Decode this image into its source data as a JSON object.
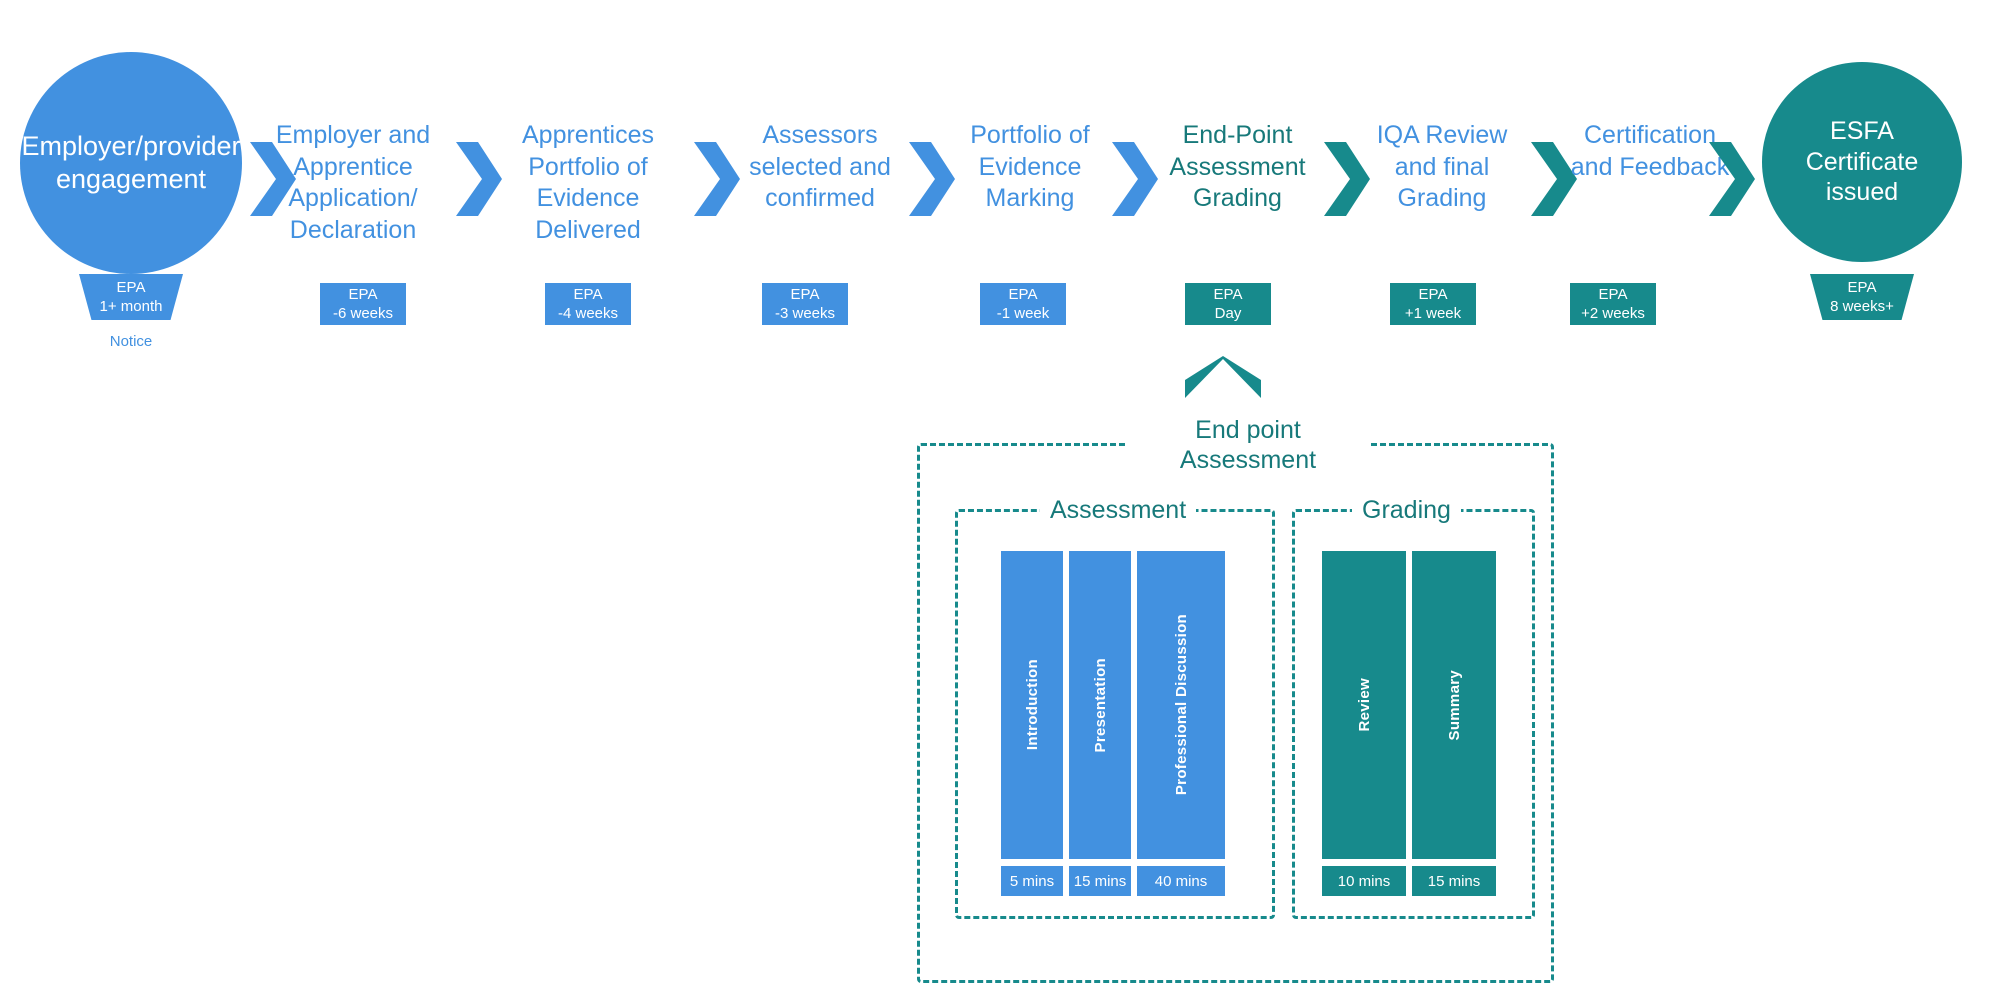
{
  "colors": {
    "blue": "#4291E0",
    "teal": "#178A8C",
    "teal_text": "#17797A",
    "white": "#FFFFFF",
    "background": "#FFFFFF"
  },
  "flow": {
    "start_node": {
      "label": "Employer/provider engagement",
      "badge_line1": "EPA",
      "badge_line2": "1+ month",
      "footnote": "Notice",
      "color": "#4291E0"
    },
    "end_node": {
      "label": "ESFA Certificate issued",
      "badge_line1": "EPA",
      "badge_line2": "8 weeks+",
      "color": "#178A8C"
    },
    "stages": [
      {
        "label": "Employer and Apprentice Application/ Declaration",
        "badge_line1": "EPA",
        "badge_line2": "-6 weeks",
        "label_color": "#4291E0",
        "badge_color": "#4291E0"
      },
      {
        "label": "Apprentices Portfolio of Evidence Delivered",
        "badge_line1": "EPA",
        "badge_line2": "-4 weeks",
        "label_color": "#4291E0",
        "badge_color": "#4291E0"
      },
      {
        "label": "Assessors selected and confirmed",
        "badge_line1": "EPA",
        "badge_line2": "-3 weeks",
        "label_color": "#4291E0",
        "badge_color": "#4291E0"
      },
      {
        "label": "Portfolio of Evidence Marking",
        "badge_line1": "EPA",
        "badge_line2": "-1 week",
        "label_color": "#4291E0",
        "badge_color": "#4291E0"
      },
      {
        "label": "End-Point Assessment Grading",
        "badge_line1": "EPA",
        "badge_line2": "Day",
        "label_color": "#17797A",
        "badge_color": "#178A8C"
      },
      {
        "label": "IQA Review and final Grading",
        "badge_line1": "EPA",
        "badge_line2": "+1 week",
        "label_color": "#4291E0",
        "badge_color": "#178A8C"
      },
      {
        "label": "Certification and Feedback",
        "badge_line1": "EPA",
        "badge_line2": "+2 weeks",
        "label_color": "#4291E0",
        "badge_color": "#178A8C"
      }
    ]
  },
  "detail_panel": {
    "title": "End point Assessment",
    "groups": [
      {
        "title": "Assessment",
        "color": "#4291E0",
        "items": [
          {
            "label": "Introduction",
            "duration": "5 mins"
          },
          {
            "label": "Presentation",
            "duration": "15 mins"
          },
          {
            "label": "Professional Discussion",
            "duration": "40 mins"
          }
        ]
      },
      {
        "title": "Grading",
        "color": "#178A8C",
        "items": [
          {
            "label": "Review",
            "duration": "10 mins"
          },
          {
            "label": "Summary",
            "duration": "15 mins"
          }
        ]
      }
    ]
  }
}
